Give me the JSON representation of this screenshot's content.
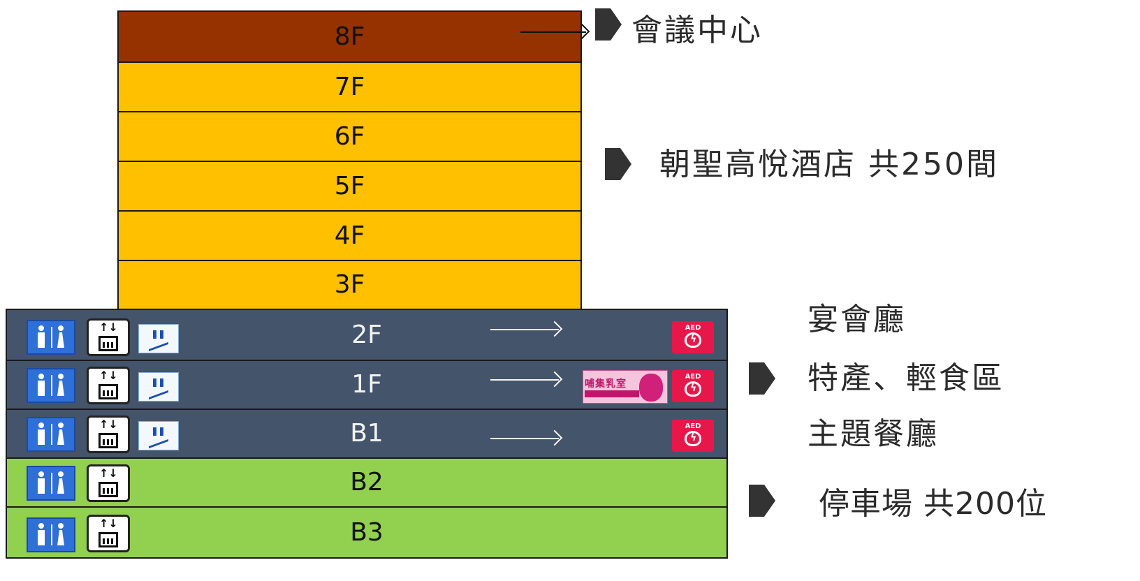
{
  "floors": [
    {
      "id": "8F",
      "label": "8F"
    },
    {
      "id": "7F",
      "label": "7F"
    },
    {
      "id": "6F",
      "label": "6F"
    },
    {
      "id": "5F",
      "label": "5F"
    },
    {
      "id": "4F",
      "label": "4F"
    },
    {
      "id": "3F",
      "label": "3F"
    },
    {
      "id": "2F",
      "label": "2F"
    },
    {
      "id": "1F",
      "label": "1F"
    },
    {
      "id": "B1",
      "label": "B1"
    },
    {
      "id": "B2",
      "label": "B2"
    },
    {
      "id": "B3",
      "label": "B3"
    }
  ],
  "callouts": {
    "conference": "會議中心",
    "hotel": "朝聖高悅酒店 共250間",
    "banquet": "宴會廳",
    "specialty": "特產、輕食區",
    "theme_restaurant": "主題餐廳",
    "parking": "停車場 共200位"
  },
  "icons": {
    "aed_text": "AED",
    "nursing_text": "哺集乳室"
  },
  "colors": {
    "conference_floor": "#963200",
    "hotel_floors": "#ffc000",
    "commercial_floors": "#44546a",
    "parking_floors": "#92d050"
  }
}
